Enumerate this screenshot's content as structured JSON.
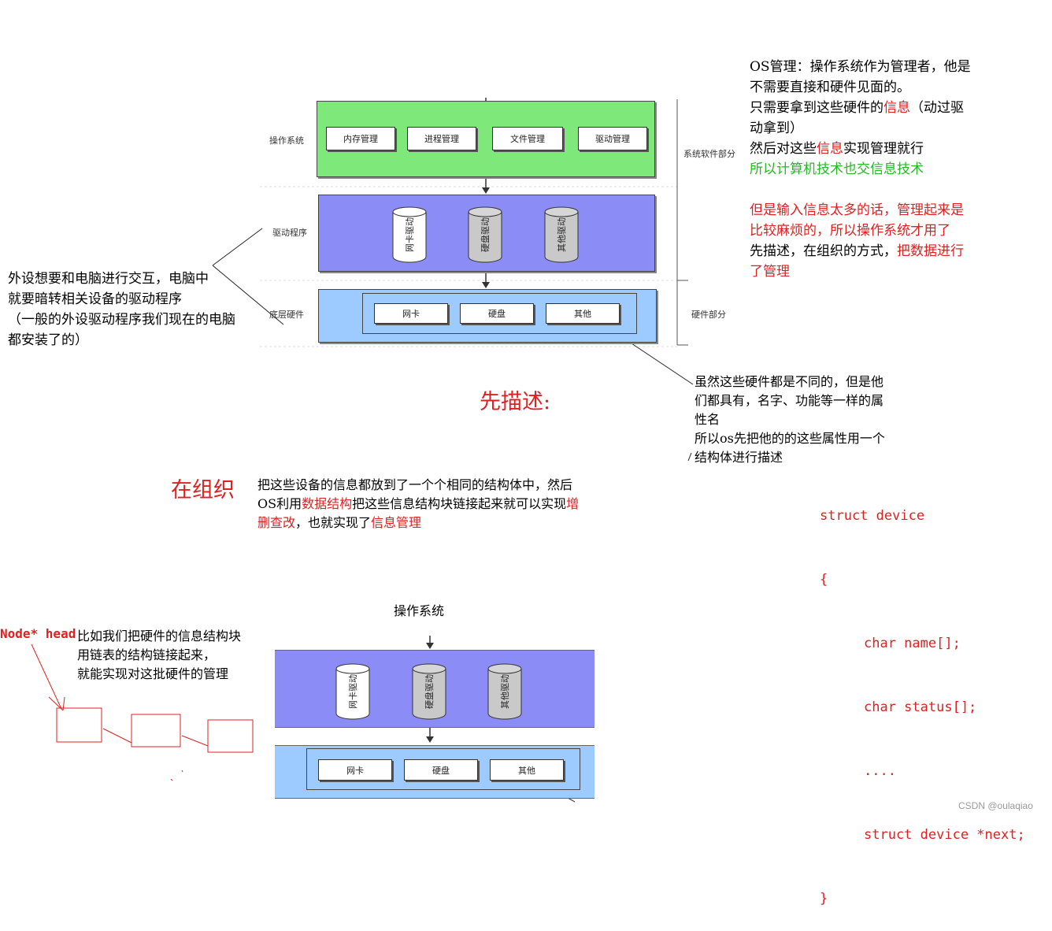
{
  "diagram1": {
    "os_layer_label": "操作系统",
    "driver_layer_label": "驱动程序",
    "hw_layer_label": "底层硬件",
    "software_part_label": "系统软件部分",
    "hardware_part_label": "硬件部分",
    "os_modules": [
      "内存管理",
      "进程管理",
      "文件管理",
      "驱动管理"
    ],
    "drivers": [
      "网卡驱动",
      "硬盘驱动",
      "其他驱动"
    ],
    "hardware": [
      "网卡",
      "硬盘",
      "其他"
    ]
  },
  "diagram2": {
    "title": "操作系统",
    "drivers": [
      "网卡驱动",
      "硬盘驱动",
      "其他驱动"
    ],
    "hardware": [
      "网卡",
      "硬盘",
      "其他"
    ]
  },
  "notes": {
    "os_mgmt": {
      "l1": "OS管理：操作系统作为管理者，他是",
      "l2": "不需要直接和硬件见面的。",
      "l3a": "只需要拿到这些硬件的",
      "l3b": "信息",
      "l3c": "（动过驱",
      "l4": "动拿到）",
      "l5a": "然后对这些",
      "l5b": "信息",
      "l5c": "实现管理就行",
      "l6": "所以计算机技术也交信息技术",
      "l7": "但是输入信息太多的话，管理起来是",
      "l8": "比较麻烦的，所以操作系统才用了",
      "l9a": "先描述，在组织的方式，",
      "l9b": "把数据进行",
      "l10": "了管理"
    },
    "peripheral": {
      "l1a": "外设想要和电脑进行交互，",
      "l1b": "电脑中",
      "l2": "就要暗转相关设备的驱动程序",
      "l3": "（一般的外设驱动程序我们现在的电脑",
      "l4": "都安装了的）"
    },
    "hardware_desc": {
      "l1": "虽然这些硬件都是不同的，但是他",
      "l2": "们都具有，名字、功能等一样的属",
      "l3": "性名",
      "l4": "所以os先把他的的这些属性用一个",
      "l5": "结构体进行描述"
    },
    "describe_heading": "先描述:",
    "organize_heading": "在组织",
    "organize": {
      "l1": "把这些设备的信息都放到了一个个相同的结构体中，然后",
      "l2a": "OS利用",
      "l2b": "数据结构",
      "l2c": "把这些信息结构块链接起来就可以实现",
      "l2d": "增",
      "l3a": "删查改",
      "l3b": "，也就实现了",
      "l3c": "信息管理"
    },
    "linked_list": {
      "head": "Node* head",
      "l1": "比如我们把硬件的信息结构块",
      "l2": "用链表的结构链接起来，",
      "l3": "就能实现对这批硬件的管理"
    }
  },
  "code": {
    "l1": "struct device",
    "l2": "{",
    "l3": "char name[];",
    "l4": "char status[];",
    "l5": "....",
    "l6": "struct device *next;",
    "l7": "}"
  },
  "watermark": "CSDN @oulaqiao"
}
